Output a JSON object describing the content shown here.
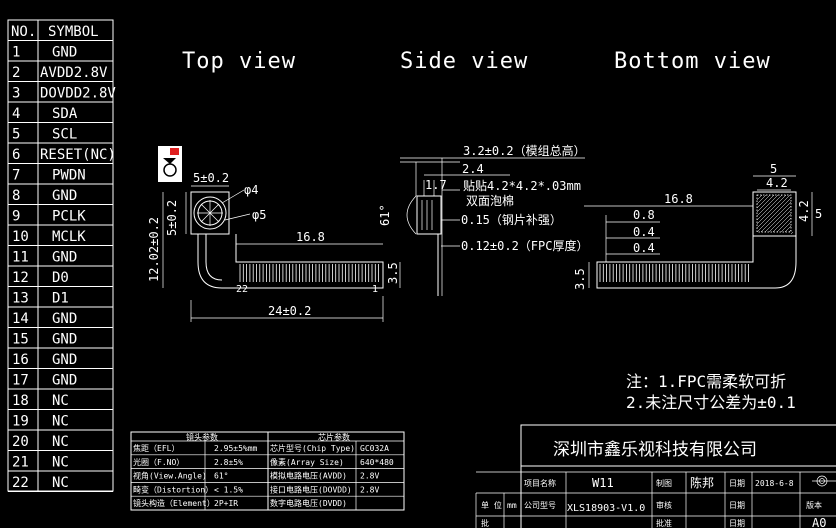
{
  "pin_table": {
    "header": [
      "NO.",
      "SYMBOL"
    ],
    "rows": [
      [
        "1",
        "GND"
      ],
      [
        "2",
        "AVDD2.8V"
      ],
      [
        "3",
        "DOVDD2.8V"
      ],
      [
        "4",
        "SDA"
      ],
      [
        "5",
        "SCL"
      ],
      [
        "6",
        "RESET(NC)"
      ],
      [
        "7",
        "PWDN"
      ],
      [
        "8",
        "GND"
      ],
      [
        "9",
        "PCLK"
      ],
      [
        "10",
        "MCLK"
      ],
      [
        "11",
        "GND"
      ],
      [
        "12",
        "D0"
      ],
      [
        "13",
        "D1"
      ],
      [
        "14",
        "GND"
      ],
      [
        "15",
        "GND"
      ],
      [
        "16",
        "GND"
      ],
      [
        "17",
        "GND"
      ],
      [
        "18",
        "NC"
      ],
      [
        "19",
        "NC"
      ],
      [
        "20",
        "NC"
      ],
      [
        "21",
        "NC"
      ],
      [
        "22",
        "NC"
      ]
    ]
  },
  "views": {
    "top": "Top  view",
    "side": "Side  view",
    "bottom": "Bottom  view"
  },
  "top_view": {
    "dim_w": "5±0.2",
    "dim_h": "5±0.2",
    "dia_4": "φ4",
    "dia_5": "φ5",
    "dim_168": "16.8",
    "dim_total_h": "12.02±0.2",
    "dim_35": "3.5",
    "pin_22": "22",
    "pin_1": "1",
    "dim_24": "24±0.2"
  },
  "side_view": {
    "total_h": "3.2±0.2（模组总高）",
    "d24": "2.4",
    "d17": "1.7",
    "stiff": "贴贴4.2*4.2*.03mm",
    "tape": "双面泡棉",
    "angle": "61°",
    "d015": "0.15（钢片补强）",
    "d012": "0.12±0.2（FPC厚度）"
  },
  "bottom_view": {
    "d5": "5",
    "d42": "4.2",
    "d168": "16.8",
    "d08": "0.8",
    "d04a": "0.4",
    "d04b": "0.4",
    "d42v": "4.2",
    "d5v": "5",
    "d35": "3.5"
  },
  "notes": {
    "line1": "注：1.FPC需柔软可折",
    "line2": "2.未注尺寸公差为±0.1"
  },
  "lens_table": {
    "left_header": "镜头参数",
    "left_rows": [
      [
        "焦距（EFL）",
        "2.95±5%mm"
      ],
      [
        "光圈（F.NO）",
        "2.8±5%"
      ],
      [
        "视角(View.Angle)",
        "61°"
      ],
      [
        "畸变（Distortion）",
        "< 1.5%"
      ],
      [
        "镜头构造（Element）",
        "2P+IR"
      ]
    ],
    "right_header": "芯片参数",
    "right_rows": [
      [
        "芯片型号(Chip Type)",
        "GC032A"
      ],
      [
        "像素(Array Size)",
        "640*480"
      ],
      [
        "模拟电路电压(AVDD)",
        "2.8V"
      ],
      [
        "接口电路电压(DOVDD)",
        "2.8V"
      ],
      [
        "数字电路电压(DVDD)",
        ""
      ]
    ]
  },
  "title_block": {
    "company": "深圳市鑫乐视科技有限公司",
    "item_name_label": "项目名称",
    "item_name": "W11",
    "drawn_label": "制图",
    "drawn_by": "陈邦",
    "date_label": "日期",
    "date": "2018-6-8",
    "model_label": "公司型号",
    "model": "XLS18903-V1.0",
    "review_label": "审核",
    "date_label_2": "日期",
    "version_label": "版本",
    "unit_label": "单 位",
    "unit": "mm",
    "approve_label": "批准",
    "date_label_3": "日期",
    "version": "A0"
  }
}
